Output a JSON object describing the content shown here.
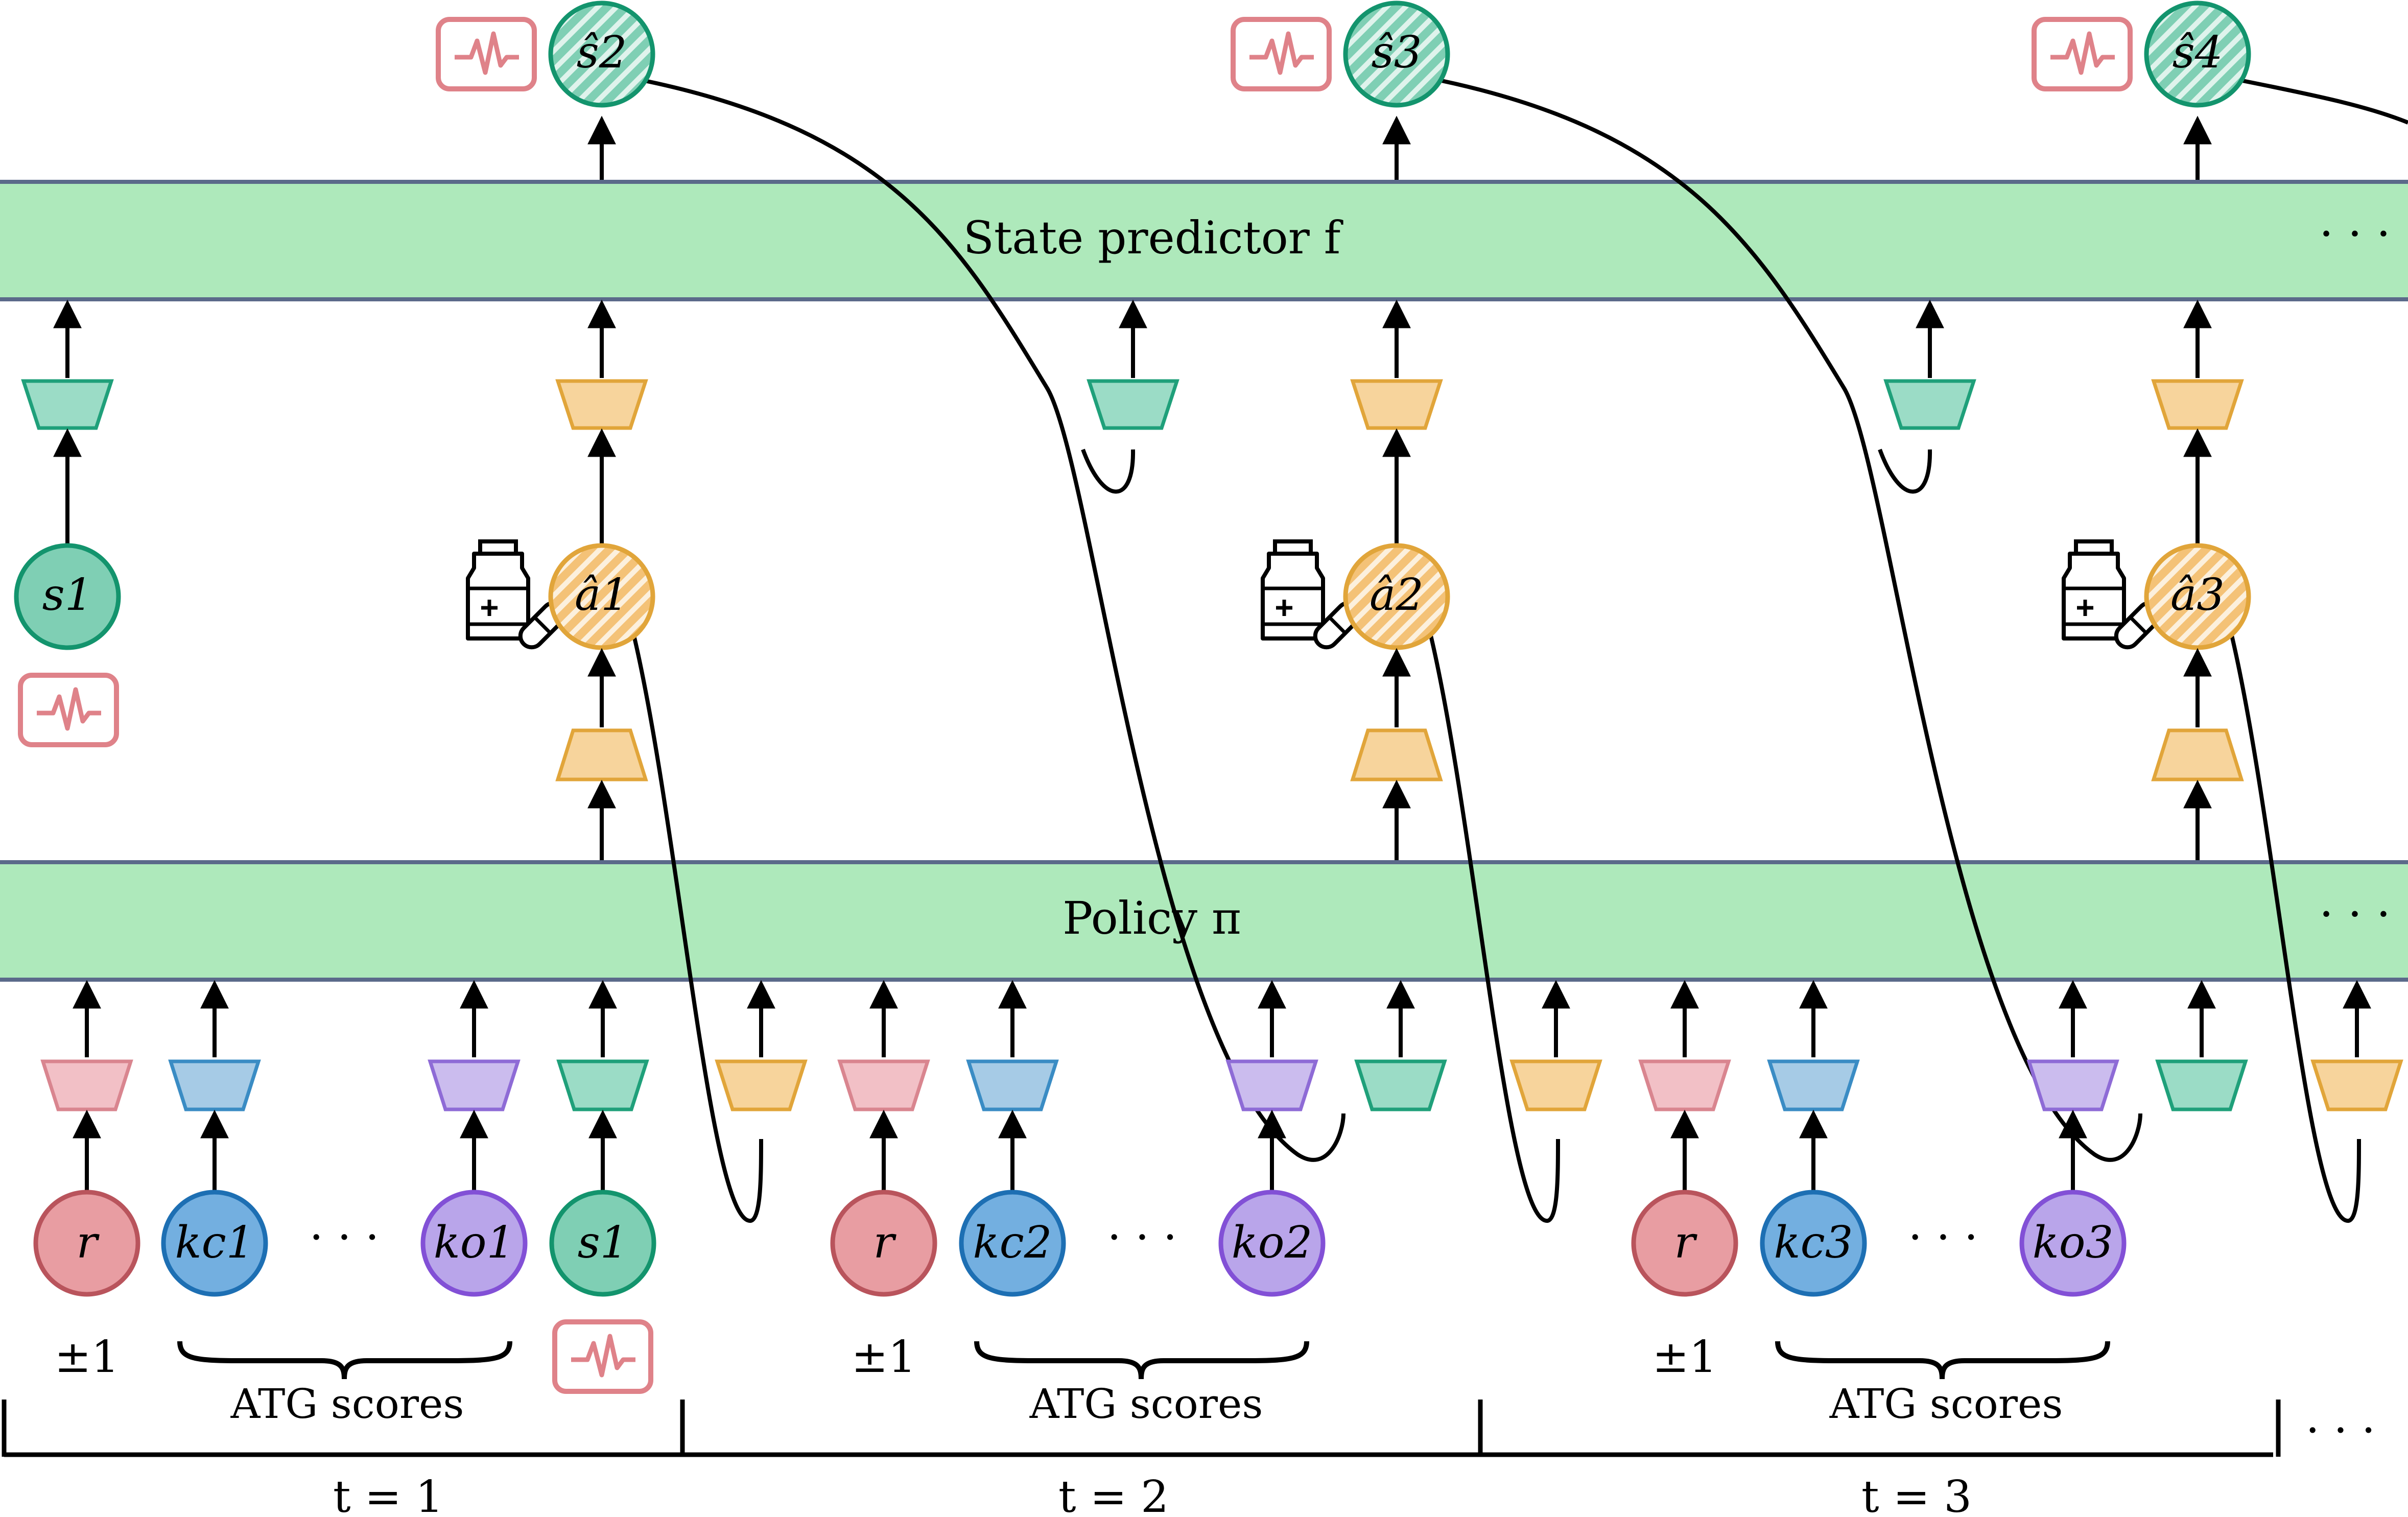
{
  "colors": {
    "band_fill": "#aee9bb",
    "band_stroke": "#5b6a8a",
    "teal_fill": "#9bdcc6",
    "teal_stroke": "#1fa07a",
    "orange_fill": "#f7d49c",
    "orange_stroke": "#e1a53a",
    "pink_fill": "#f2c0c6",
    "pink_stroke": "#d9858f",
    "blue_fill": "#a6cbe6",
    "blue_stroke": "#3a8cc4",
    "purple_fill": "#cbbcee",
    "purple_stroke": "#8e6bd6",
    "r_fill": "#e89da2",
    "r_stroke": "#b9545c",
    "kc_fill": "#73afe0",
    "kc_stroke": "#1d6fb3",
    "ko_fill": "#b9a5ea",
    "ko_stroke": "#8250d6",
    "s_fill": "#7fcfb4",
    "s_stroke": "#13946d",
    "monitor_stroke": "#df8289"
  },
  "bands": {
    "state_predictor": "State predictor f",
    "policy": "Policy π",
    "ellipsis": "· · ·"
  },
  "predicted_states": [
    "ŝ2",
    "ŝ3",
    "ŝ4"
  ],
  "predicted_actions": [
    "â1",
    "â2",
    "â3"
  ],
  "initial_state": "s1",
  "timesteps": [
    {
      "reward_node": "r",
      "reward_value": "±1",
      "kc": "kc1",
      "ko": "ko1",
      "dots": "· · ·",
      "scores": "ATG scores",
      "time": "t = 1",
      "state_input": "s1"
    },
    {
      "reward_node": "r",
      "reward_value": "±1",
      "kc": "kc2",
      "ko": "ko2",
      "dots": "· · ·",
      "scores": "ATG scores",
      "time": "t = 2"
    },
    {
      "reward_node": "r",
      "reward_value": "±1",
      "kc": "kc3",
      "ko": "ko3",
      "dots": "· · ·",
      "scores": "ATG scores",
      "time": "t = 3"
    }
  ],
  "icons": {
    "monitor": "monitor-icon",
    "medicine": "medicine-icon"
  },
  "timeline_ellipsis": "· · ·"
}
